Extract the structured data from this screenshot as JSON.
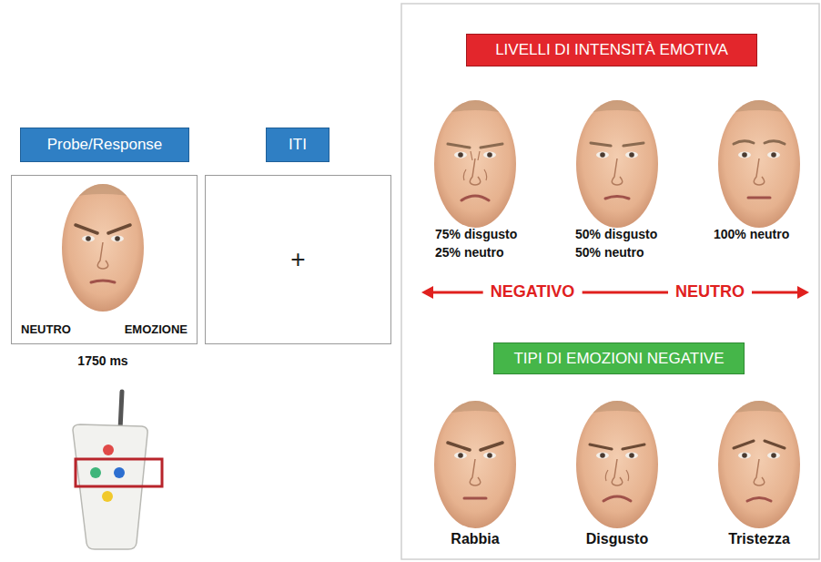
{
  "diagram": {
    "nodes": [
      {
        "text": [
          "Probe/Response"
        ]
      },
      {
        "text": [
          "ITI"
        ]
      },
      {
        "text": [
          "NEUTRO",
          "EMOZIONE"
        ]
      },
      {
        "text": [
          "+"
        ]
      },
      {
        "text": [
          "LIVELLI DI INTENSITÀ EMOTIVA"
        ]
      },
      {
        "text": [
          "TIPI DI EMOZIONI NEGATIVE"
        ]
      }
    ],
    "labels": [
      "1750 ms",
      "75% disgusto 25% neutro",
      "50% disgusto 50% neutro",
      "100% neutro",
      "NEGATIVO",
      "NEUTRO",
      "Rabbia",
      "Disgusto",
      "Tristezza"
    ]
  }
}
